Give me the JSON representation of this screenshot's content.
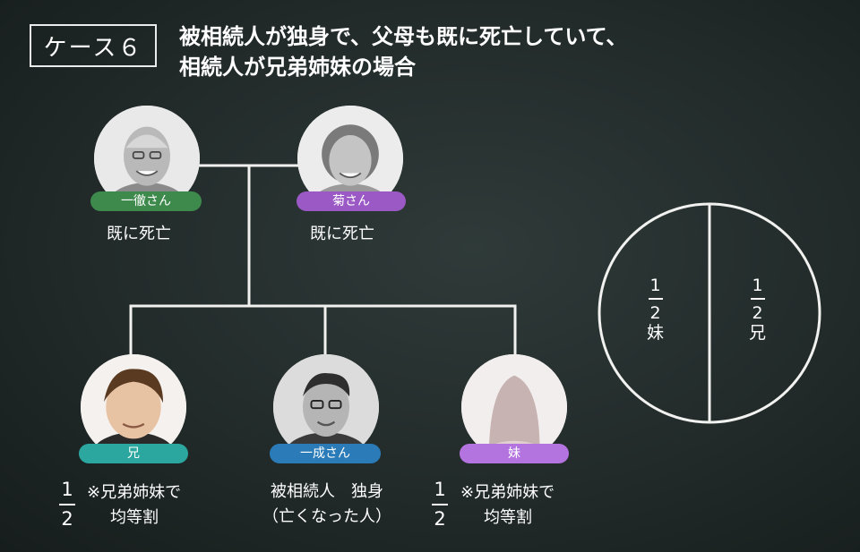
{
  "header": {
    "case_label": "ケース６",
    "title_line1": "被相続人が独身で、父母も既に死亡していて、",
    "title_line2": "相続人が兄弟姉妹の場合"
  },
  "people": {
    "father": {
      "name": "一徹さん",
      "status": "既に死亡",
      "badge_color": "#3e8a4d"
    },
    "mother": {
      "name": "菊さん",
      "status": "既に死亡",
      "badge_color": "#9b59c6"
    },
    "brother": {
      "name": "兄",
      "badge_color": "#2ba79f",
      "share_num": "1",
      "share_den": "2",
      "note_line1": "※兄弟姉妹で",
      "note_line2": "均等割"
    },
    "deceased": {
      "name": "一成さん",
      "badge_color": "#2a7bb8",
      "caption_line1": "被相続人　独身",
      "caption_line2": "（亡くなった人）"
    },
    "sister": {
      "name": "妹",
      "badge_color": "#b474e0",
      "share_num": "1",
      "share_den": "2",
      "note_line1": "※兄弟姉妹で",
      "note_line2": "均等割"
    }
  },
  "chart_data": {
    "type": "pie",
    "slices": [
      {
        "label": "妹",
        "numerator": "1",
        "denominator": "2",
        "value": 0.5
      },
      {
        "label": "兄",
        "numerator": "1",
        "denominator": "2",
        "value": 0.5
      }
    ]
  }
}
